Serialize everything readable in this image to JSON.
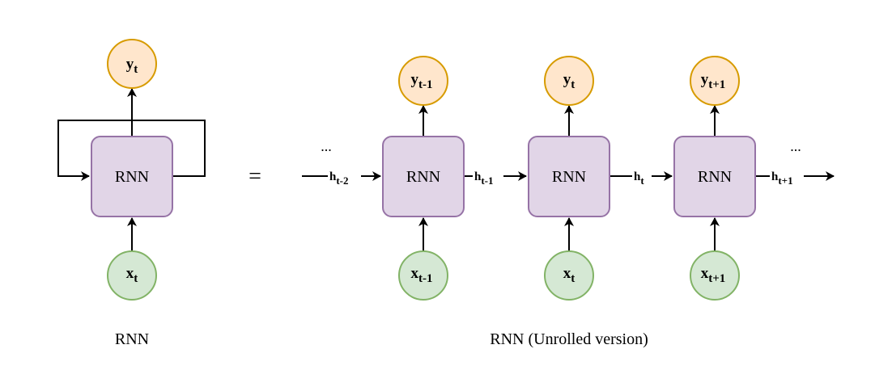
{
  "colors": {
    "rnn_fill": "#e1d5e7",
    "rnn_stroke": "#9673a6",
    "output_fill": "#ffe6cc",
    "output_stroke": "#d79b00",
    "input_fill": "#d5e8d4",
    "input_stroke": "#82b366",
    "line": "#000000"
  },
  "folded": {
    "cell_label": "RNN",
    "output": {
      "base": "y",
      "sub": "t"
    },
    "input": {
      "base": "x",
      "sub": "t"
    },
    "caption": "RNN"
  },
  "equals_sign": "=",
  "unrolled": {
    "caption": "RNN (Unrolled version)",
    "leading_dots": "...",
    "trailing_dots": "...",
    "cells": [
      {
        "label": "RNN",
        "output": {
          "base": "y",
          "sub": "t-1"
        },
        "input": {
          "base": "x",
          "sub": "t-1"
        }
      },
      {
        "label": "RNN",
        "output": {
          "base": "y",
          "sub": "t"
        },
        "input": {
          "base": "x",
          "sub": "t"
        }
      },
      {
        "label": "RNN",
        "output": {
          "base": "y",
          "sub": "t+1"
        },
        "input": {
          "base": "x",
          "sub": "t+1"
        }
      }
    ],
    "hidden_states": [
      {
        "base": "h",
        "sub": "t-2"
      },
      {
        "base": "h",
        "sub": "t-1"
      },
      {
        "base": "h",
        "sub": "t"
      },
      {
        "base": "h",
        "sub": "t+1"
      }
    ]
  }
}
